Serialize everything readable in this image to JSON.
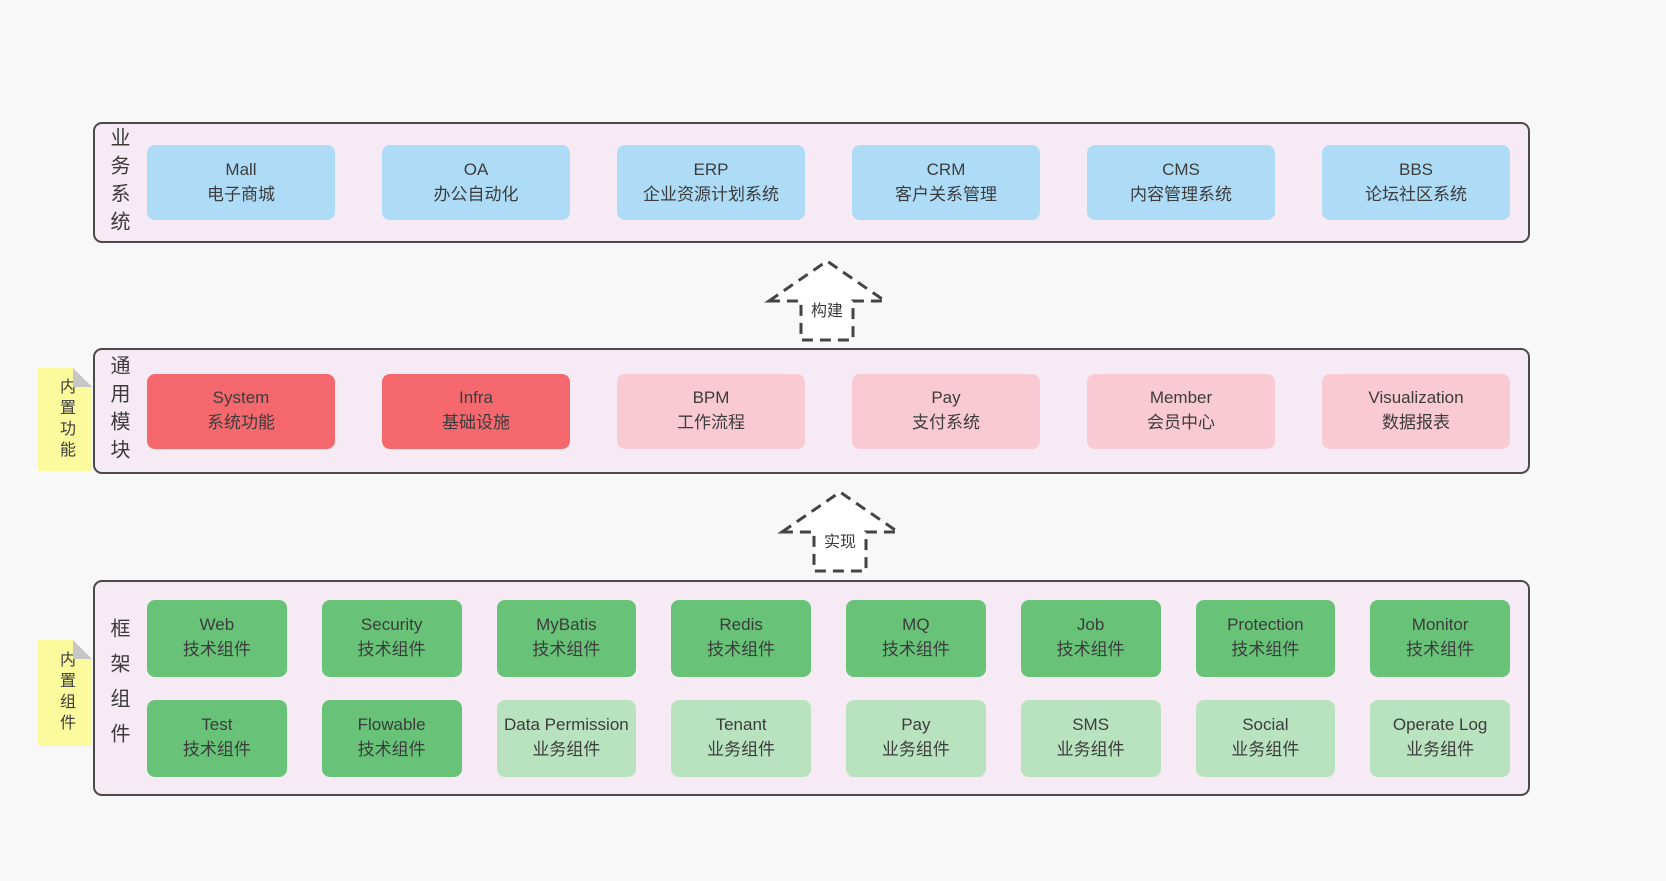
{
  "colors": {
    "page_background": "#f8f8f8",
    "container_background": "#f6eaf4",
    "container_border": "#4a4a4a",
    "business_box": "#aedcf7",
    "core_module_box": "#f5696e",
    "optional_module_box": "#facad4",
    "technical_component_box": "#68c379",
    "business_component_box": "#b9e3bf",
    "sticky_note": "#fbfa9d",
    "note_fold": "#c6c6c6",
    "text": "#3b3b3b"
  },
  "arrows": [
    {
      "label": "构建"
    },
    {
      "label": "实现"
    }
  ],
  "layers": [
    {
      "label": "业务系统",
      "rows": [
        [
          {
            "name": "Mall",
            "subtitle": "电子商城",
            "color": "blue"
          },
          {
            "name": "OA",
            "subtitle": "办公自动化",
            "color": "blue"
          },
          {
            "name": "ERP",
            "subtitle": "企业资源计划系统",
            "color": "blue"
          },
          {
            "name": "CRM",
            "subtitle": "客户关系管理",
            "color": "blue"
          },
          {
            "name": "CMS",
            "subtitle": "内容管理系统",
            "color": "blue"
          },
          {
            "name": "BBS",
            "subtitle": "论坛社区系统",
            "color": "blue"
          }
        ]
      ]
    },
    {
      "label": "通用模块",
      "note": "内置功能",
      "rows": [
        [
          {
            "name": "System",
            "subtitle": "系统功能",
            "color": "red"
          },
          {
            "name": "Infra",
            "subtitle": "基础设施",
            "color": "red"
          },
          {
            "name": "BPM",
            "subtitle": "工作流程",
            "color": "pink"
          },
          {
            "name": "Pay",
            "subtitle": "支付系统",
            "color": "pink"
          },
          {
            "name": "Member",
            "subtitle": "会员中心",
            "color": "pink"
          },
          {
            "name": "Visualization",
            "subtitle": "数据报表",
            "color": "pink"
          }
        ]
      ]
    },
    {
      "label": "框架组件",
      "note": "内置组件",
      "rows": [
        [
          {
            "name": "Web",
            "subtitle": "技术组件",
            "color": "green"
          },
          {
            "name": "Security",
            "subtitle": "技术组件",
            "color": "green"
          },
          {
            "name": "MyBatis",
            "subtitle": "技术组件",
            "color": "green"
          },
          {
            "name": "Redis",
            "subtitle": "技术组件",
            "color": "green"
          },
          {
            "name": "MQ",
            "subtitle": "技术组件",
            "color": "green"
          },
          {
            "name": "Job",
            "subtitle": "技术组件",
            "color": "green"
          },
          {
            "name": "Protection",
            "subtitle": "技术组件",
            "color": "green"
          },
          {
            "name": "Monitor",
            "subtitle": "技术组件",
            "color": "green"
          }
        ],
        [
          {
            "name": "Test",
            "subtitle": "技术组件",
            "color": "green"
          },
          {
            "name": "Flowable",
            "subtitle": "技术组件",
            "color": "green"
          },
          {
            "name": "Data Permission",
            "subtitle": "业务组件",
            "color": "lightgreen"
          },
          {
            "name": "Tenant",
            "subtitle": "业务组件",
            "color": "lightgreen"
          },
          {
            "name": "Pay",
            "subtitle": "业务组件",
            "color": "lightgreen"
          },
          {
            "name": "SMS",
            "subtitle": "业务组件",
            "color": "lightgreen"
          },
          {
            "name": "Social",
            "subtitle": "业务组件",
            "color": "lightgreen"
          },
          {
            "name": "Operate Log",
            "subtitle": "业务组件",
            "color": "lightgreen"
          }
        ]
      ]
    }
  ]
}
